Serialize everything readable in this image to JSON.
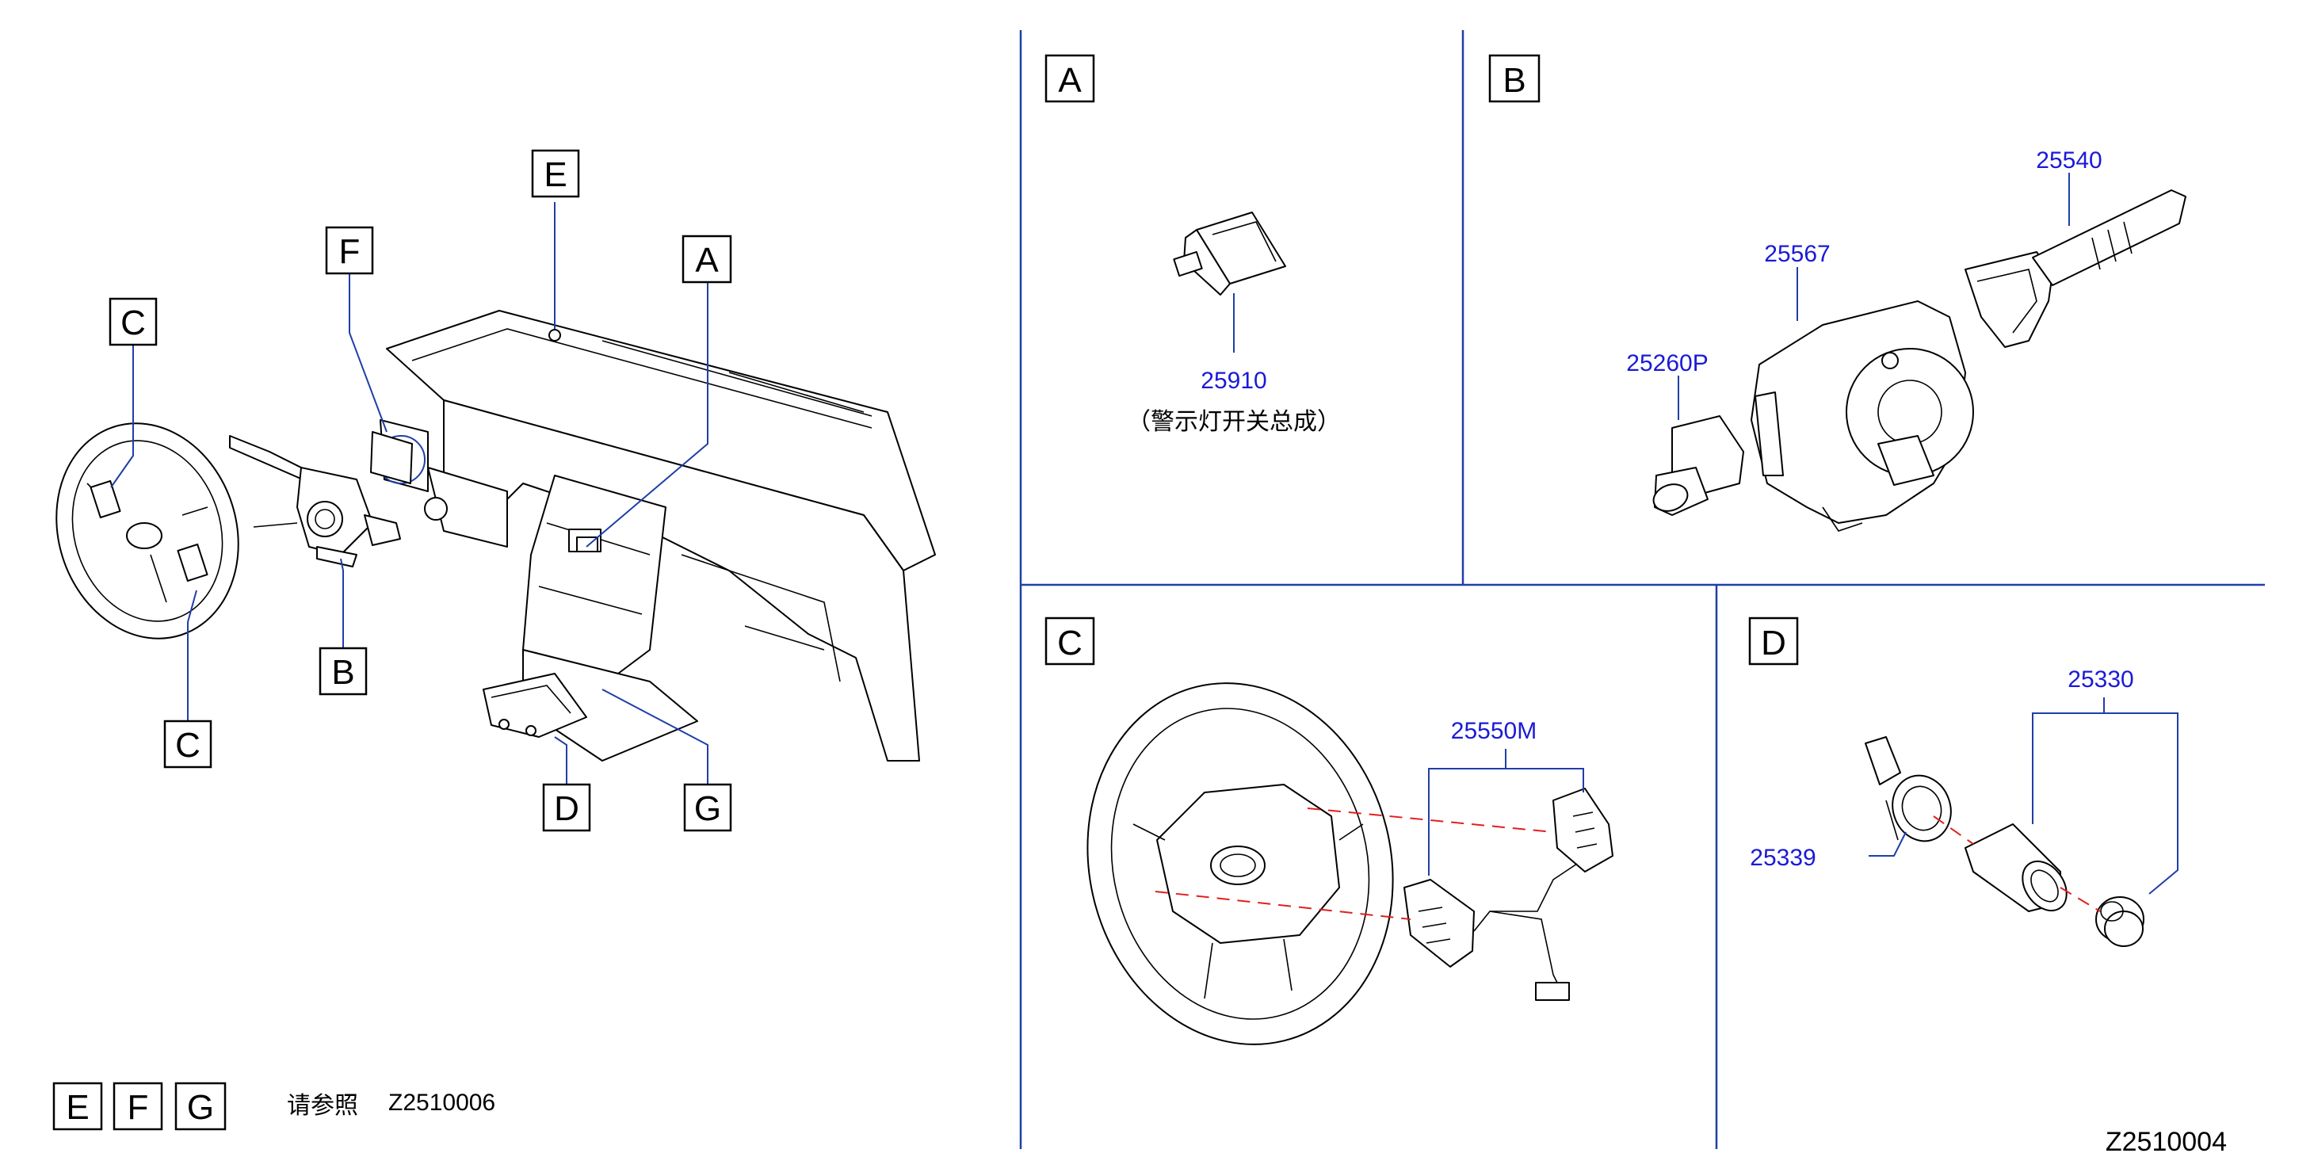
{
  "colors": {
    "part_number": "#1a1ad8",
    "leader": "#1f3fa8",
    "frame": "#1f3fa8",
    "dashed": "#e02020"
  },
  "overview": {
    "callouts": {
      "A": "A",
      "B": "B",
      "C_top": "C",
      "C_bottom": "C",
      "D": "D",
      "E": "E",
      "F": "F",
      "G": "G"
    },
    "refer_boxes": [
      "E",
      "F",
      "G"
    ],
    "refer_text": "请参照",
    "refer_code": "Z2510006"
  },
  "panel_a": {
    "label": "A",
    "part_number": "25910",
    "part_desc": "（警示灯开关总成）"
  },
  "panel_b": {
    "label": "B",
    "parts": [
      "25540",
      "25567",
      "25260P"
    ]
  },
  "panel_c": {
    "label": "C",
    "part_number": "25550M"
  },
  "panel_d": {
    "label": "D",
    "parts": [
      "25330",
      "25339"
    ]
  },
  "diagram_code": "Z2510004"
}
